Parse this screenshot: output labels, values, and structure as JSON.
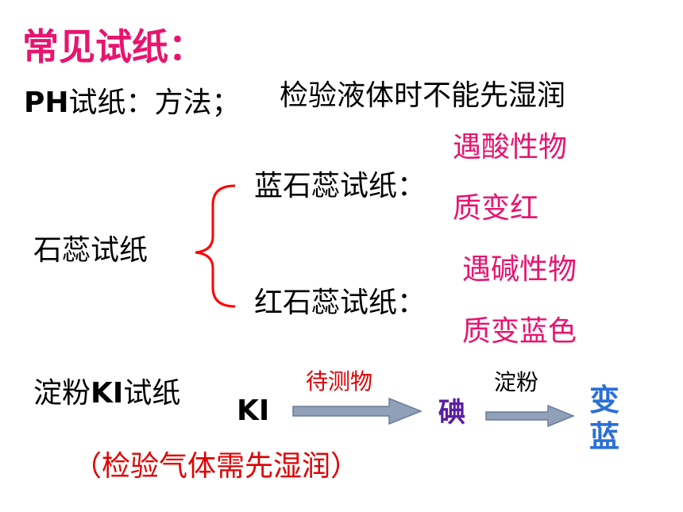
{
  "title": "常见试纸：",
  "ph": {
    "label_bold": "PH",
    "label_rest": "试纸：方法；",
    "method": "检验液体时不能先湿润"
  },
  "litmus": {
    "label": "石蕊试纸",
    "blue": {
      "label": "蓝石蕊试纸：",
      "line1": "遇酸性物",
      "line2": "质变红"
    },
    "red": {
      "label": "红石蕊试纸：",
      "line1": "遇碱性物",
      "line2": "质变蓝色"
    },
    "brace_color": "#ff0000"
  },
  "starch_ki": {
    "label_pre": "淀粉",
    "label_bold": "KI",
    "label_post": "试纸",
    "reactant": "KI",
    "arrow1_label": "待测物",
    "intermediate": "碘",
    "arrow2_label": "淀粉",
    "result_char1": "变",
    "result_char2": "蓝",
    "note": "（检验气体需先湿润）"
  },
  "colors": {
    "pink": "#e8146e",
    "red": "#e00000",
    "blue": "#2a6fd8",
    "purple": "#5a1ea0",
    "arrow_fill": "#8fa0b8"
  }
}
